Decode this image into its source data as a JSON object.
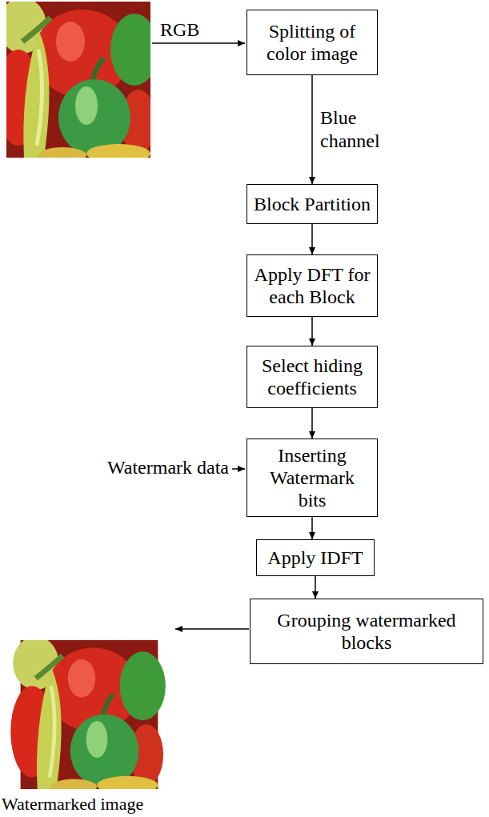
{
  "diagram": {
    "nodes": [
      {
        "text": [
          "Splitting of color image"
        ]
      },
      {
        "text": [
          "Block Partition"
        ]
      },
      {
        "text": [
          "Apply DFT for each Block"
        ]
      },
      {
        "text": [
          "Select hiding coefficients"
        ]
      },
      {
        "text": [
          "Inserting Watermark bits"
        ]
      },
      {
        "text": [
          "Apply IDFT"
        ]
      },
      {
        "text": [
          "Grouping watermarked blocks"
        ]
      }
    ],
    "edges": [
      {
        "from": 0,
        "to": 1,
        "arrow": "to",
        "label": "Blue channel"
      },
      {
        "from": 1,
        "to": 2,
        "arrow": "to"
      },
      {
        "from": 2,
        "to": 3,
        "arrow": "to"
      },
      {
        "from": 3,
        "to": 4,
        "arrow": "to"
      },
      {
        "from": 4,
        "to": 5,
        "arrow": "to"
      },
      {
        "from": 5,
        "to": 6,
        "arrow": "to"
      }
    ],
    "labels": [
      "RGB",
      "Watermark data",
      "Watermarked image"
    ]
  }
}
